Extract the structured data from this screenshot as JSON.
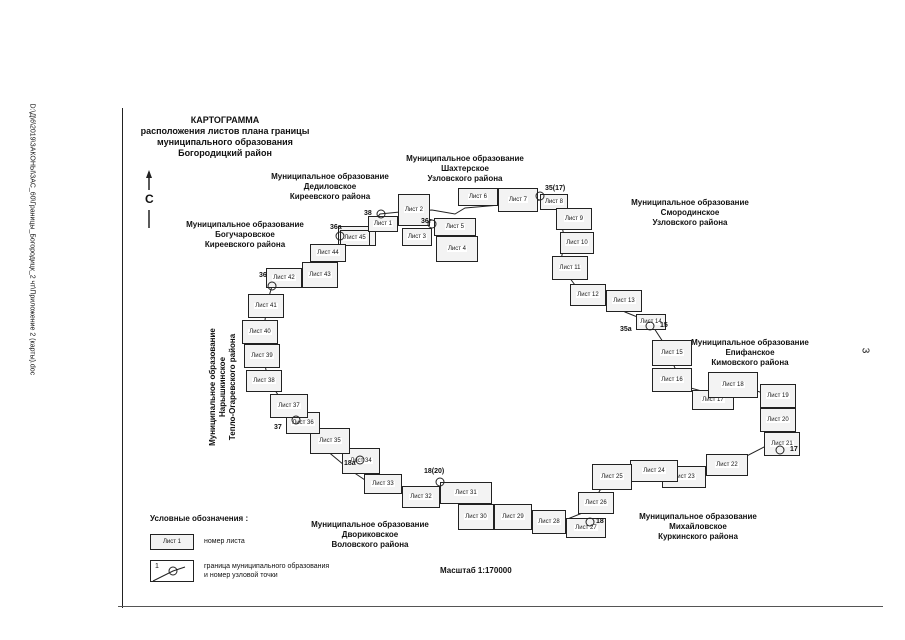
{
  "side_path": "D:\\Д\\6\\2019\\ЗАКОНЫ\\ЗАС_60\\Границы_Богородицк_2 чт\\Приложение 2 (карты).doc",
  "page_number": "3",
  "title": {
    "line1": "КАРТОГРАММА",
    "line2": "расположения листов плана границы",
    "line3": "муниципального образования",
    "line4": "Богородицкий район"
  },
  "north": "С",
  "regions": {
    "shakhterskoe": [
      "Муниципальное образование",
      "Шахтерское",
      "Узловского района"
    ],
    "dedilovskoe": [
      "Муниципальное образование",
      "Дедиловское",
      "Киреевского района"
    ],
    "bogucharovskoe": [
      "Муниципальное образование",
      "Богучаровское",
      "Киреевского района"
    ],
    "smorodinskoe": [
      "Муниципальное образование",
      "Смородинское",
      "Узловского района"
    ],
    "epifanskoe": [
      "Муниципальное образование",
      "Епифанское",
      "Кимовского района"
    ],
    "mikhaylovskoe": [
      "Муниципальное образование",
      "Михайловское",
      "Куркинского района"
    ],
    "dvorikovskoe": [
      "Муниципальное образование",
      "Двориковское",
      "Воловского района"
    ],
    "naryshkinskoe": [
      "Муниципальное образование",
      "Нарышкинское",
      "Тепло-Огаревского района"
    ]
  },
  "sheets": [
    "Лист 1",
    "Лист 3",
    "Лист 4",
    "Лист 5",
    "Лист 6",
    "Лист 7",
    "Лист 8",
    "Лист 9",
    "Лист 10",
    "Лист 11",
    "Лист 12",
    "Лист 13",
    "Лист 14",
    "Лист 15",
    "Лист 16",
    "Лист 17",
    "Лист 18",
    "Лист 19",
    "Лист 20",
    "Лист 21",
    "Лист 22",
    "Лист 23",
    "Лист 24",
    "Лист 25",
    "Лист 26",
    "Лист 27",
    "Лист 28",
    "Лист 29",
    "Лист 30",
    "Лист 31",
    "Лист 32",
    "Лист 33",
    "Лист 34",
    "Лист 35",
    "Лист 36",
    "Лист 37",
    "Лист 38",
    "Лист 39",
    "Лист 40",
    "Лист 41",
    "Лист 42",
    "Лист 43",
    "Лист 44",
    "Лист 45",
    "Лист 2"
  ],
  "nodes": [
    "35(17)",
    "38",
    "36г",
    "36а",
    "36",
    "15",
    "35а",
    "17",
    "18(20)",
    "18а",
    "37",
    "18"
  ],
  "legend": {
    "title": "Условные обозначения :",
    "sheet_sample": "Лист 1",
    "sheet_desc": "номер листа",
    "node_sample": "1",
    "node_desc_1": "граница муниципального образования",
    "node_desc_2": "и номер узловой точки"
  },
  "scale": "Масштаб 1:170000"
}
